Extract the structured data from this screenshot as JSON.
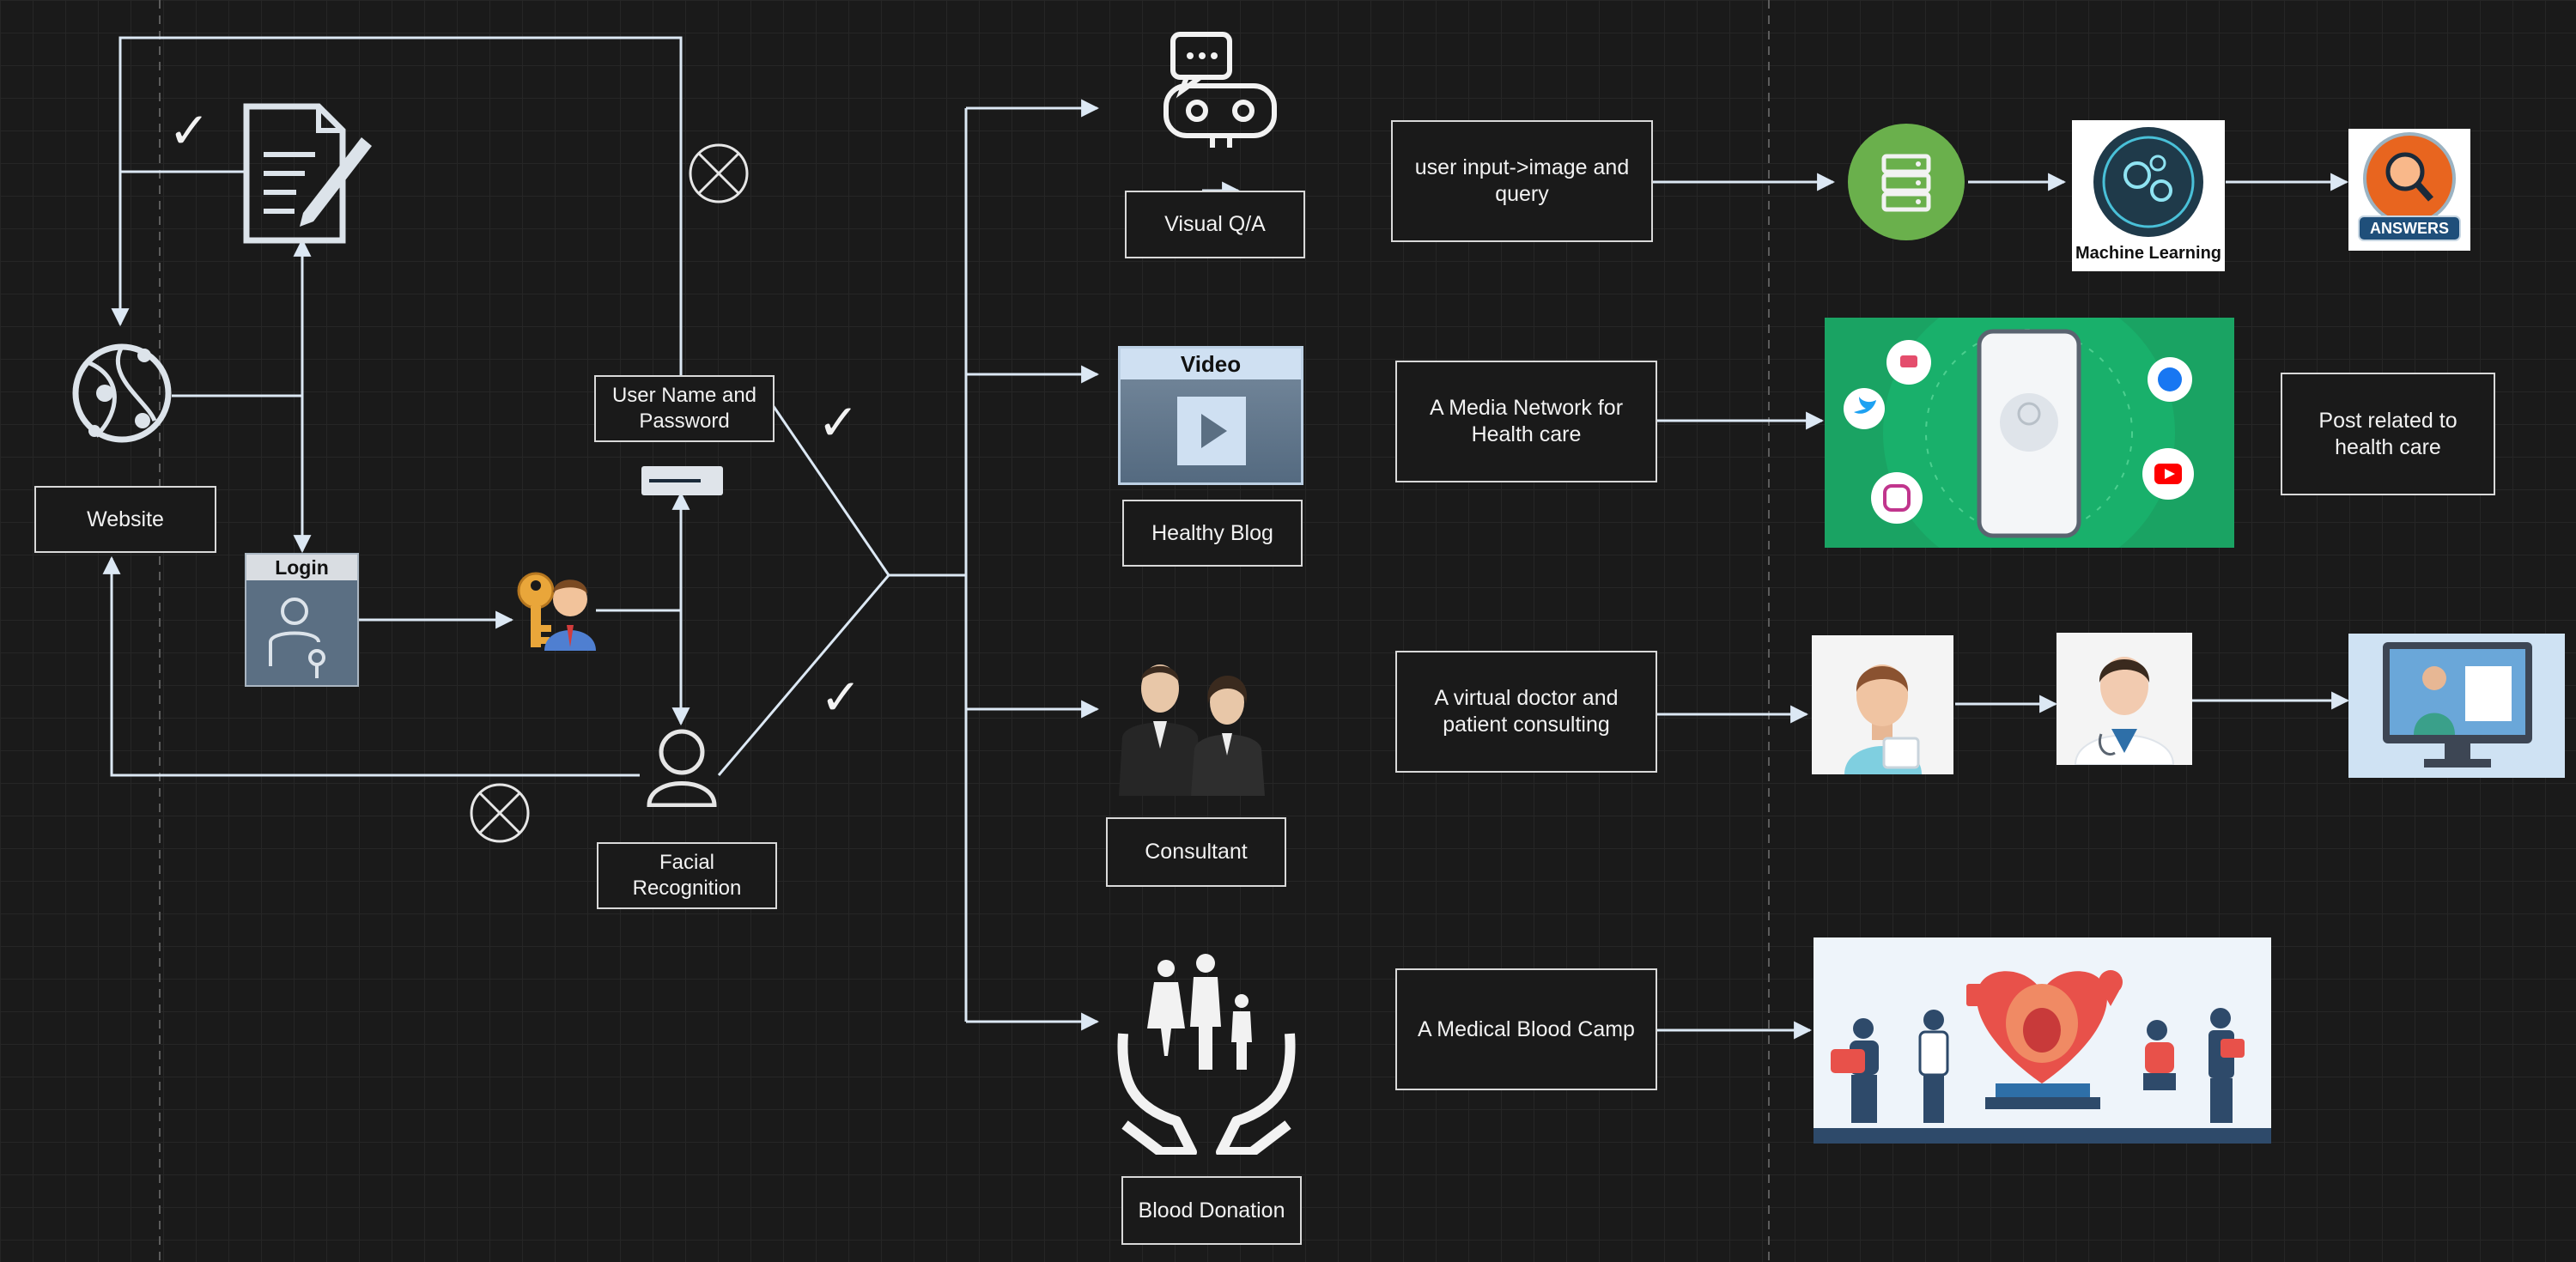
{
  "nodes": {
    "website": "Website",
    "login": "Login",
    "user_name_password": "User Name and Password",
    "facial_recognition": "Facial Recognition",
    "visual_qa": "Visual Q/A",
    "healthy_blog": "Healthy Blog",
    "consultant": "Consultant",
    "blood_donation": "Blood Donation",
    "video_label": "Video",
    "user_input_image_query": "user input->image and query",
    "media_network": "A Media Network for Health care",
    "virtual_doctor": "A virtual doctor and patient consulting",
    "blood_camp": "A Medical Blood Camp",
    "post_health": "Post related to health care",
    "machine_learning": "Machine Learning",
    "answers": "ANSWERS"
  },
  "marks": {
    "check": "✓"
  },
  "colors": {
    "background": "#1a1a1a",
    "connector": "#dce8f4",
    "box_border": "#d9d9d9",
    "ml_green": "#6ab04c",
    "social_green": "#1aa363",
    "panel_blue": "#5b6f83"
  },
  "icons": [
    "document-edit-icon",
    "globe-network-icon",
    "login-panel-icon",
    "key-user-icon",
    "password-field-icon",
    "user-outline-icon",
    "cancel-circle-icon",
    "checkmark-icon",
    "chatbot-icon",
    "video-player-icon",
    "consultant-people-icon",
    "blood-donation-hands-icon",
    "server-icon",
    "machine-learning-brain-icon",
    "answers-magnifier-icon",
    "social-media-phone-image",
    "patient-avatar-icon",
    "doctor-avatar-icon",
    "telemedicine-monitor-icon",
    "blood-camp-illustration"
  ]
}
